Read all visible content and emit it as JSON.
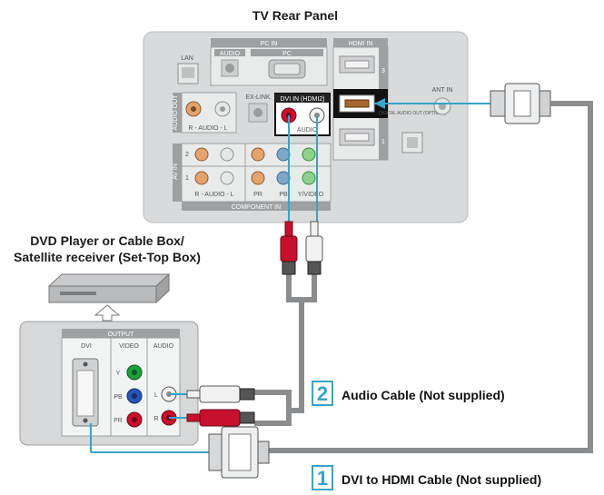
{
  "titles": {
    "tv_rear_panel": "TV Rear Panel",
    "device_line1": "DVD Player or Cable Box/",
    "device_line2": "Satellite receiver (Set-Top Box)"
  },
  "tv_panel_labels": {
    "pc_in": "PC IN",
    "audio": "AUDIO",
    "pc": "PC",
    "hdmi_in": "HDMI IN",
    "lan": "LAN",
    "ex_link": "EX-LINK",
    "dvi_in": "DVI IN (HDMI2)",
    "dvi_audio": "AUDIO",
    "ant_in": "ANT IN",
    "hdmi_3": "3",
    "hdmi_2": "2",
    "hdmi_1": "1",
    "digital_audio": "DIGITAL AUDIO OUT (OPTICAL)",
    "audio_out": "AUDIO OUT",
    "r_audio_l_top": "R - AUDIO - L",
    "row2": "2",
    "row1": "1",
    "av_in": "AV IN",
    "r_audio_l_bottom": "R - AUDIO - L",
    "pr": "PR",
    "pb": "PB",
    "y_video": "Y/VIDEO",
    "component_in": "COMPONENT IN"
  },
  "output_panel_labels": {
    "output": "OUTPUT",
    "dvi": "DVI",
    "video": "VIDEO",
    "audio": "AUDIO",
    "y": "Y",
    "pb": "PB",
    "pr": "PR",
    "l": "L",
    "r": "R"
  },
  "cables": {
    "audio_number": "2",
    "audio_label": "Audio Cable (Not supplied)",
    "dvi_number": "1",
    "dvi_label": "DVI to HDMI Cable (Not supplied)"
  },
  "colors": {
    "panel_bg": "#d9dadb",
    "panel_dark": "#9ea0a2",
    "cable_gray": "#8a8c8e",
    "signal_blue": "#3aa3c8",
    "red_plug": "#c8102e",
    "white_plug": "#f2f2f2"
  }
}
